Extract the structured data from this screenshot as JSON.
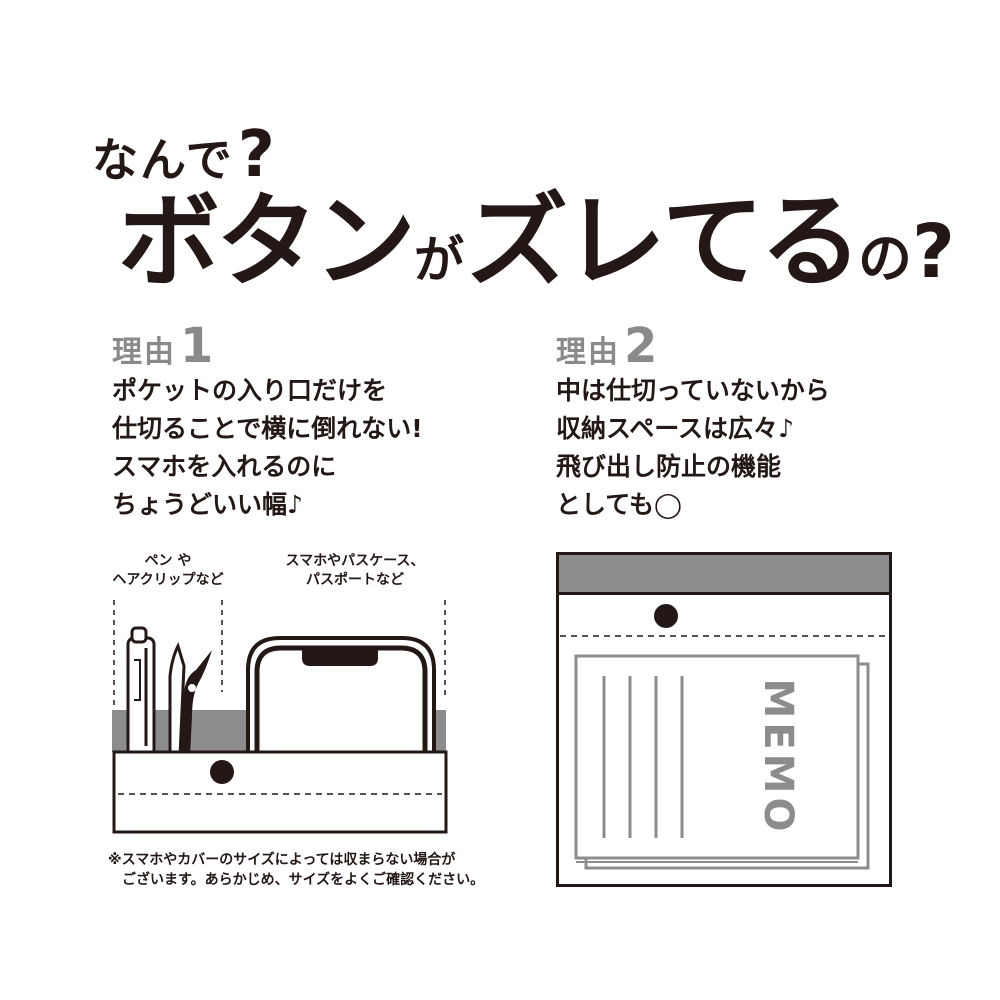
{
  "headline": {
    "line1": "なんで",
    "line1_q": "?",
    "line2_a": "ボタン",
    "line2_b": "が",
    "line2_c": "ズレてる",
    "line2_d": "の",
    "line2_q": "?"
  },
  "reason1": {
    "label": "理由",
    "number": "1",
    "text": "ポケットの入り口だけを\n仕切ることで横に倒れない!\nスマホを入れるのに\nちょうどいい幅♪",
    "callout_left": "ペン や\nヘアクリップなど",
    "callout_right": "スマホやパスケース、\nパスポートなど",
    "note": "※スマホやカバーのサイズによっては収まらない場合が\n　ございます。あらかじめ、サイズをよくご確認ください。"
  },
  "reason2": {
    "label": "理由",
    "number": "2",
    "text": "中は仕切っていないから\n収納スペースは広々♪\n飛び出し防止の機能\nとしても◯",
    "memo_label": "MEMO"
  },
  "colors": {
    "ink": "#231815",
    "gray": "#8a8a8a",
    "band": "#8c8c8c"
  }
}
